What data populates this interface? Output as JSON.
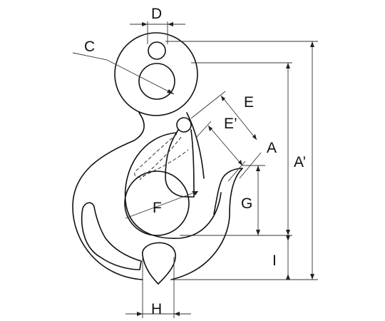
{
  "diagram": {
    "labels": {
      "A": "A",
      "A_prime": "A’",
      "C": "C",
      "D": "D",
      "E": "E",
      "E_prime": "E’",
      "F": "F",
      "G": "G",
      "H": "H",
      "I": "I"
    }
  }
}
